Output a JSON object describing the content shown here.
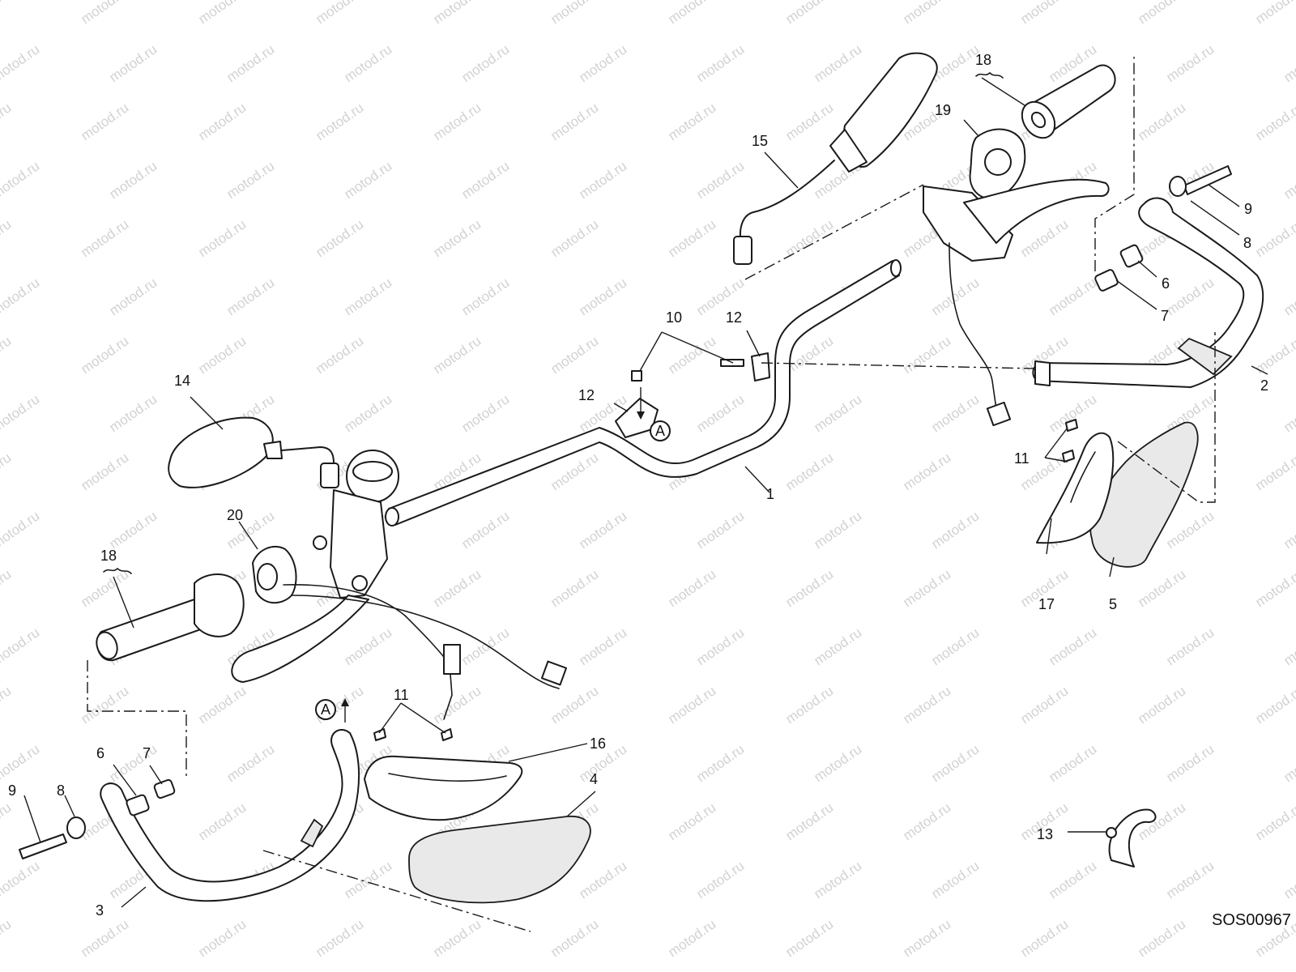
{
  "drawing_code": "SOS00967",
  "watermark_text": "motod.ru",
  "section_marker": "A",
  "colors": {
    "line": "#1a1a1a",
    "background": "#ffffff",
    "watermark": "#d2d2d2"
  },
  "callouts": [
    "1",
    "2",
    "3",
    "4",
    "5",
    "6",
    "7",
    "8",
    "9",
    "10",
    "11",
    "12",
    "13",
    "14",
    "15",
    "16",
    "17",
    "18",
    "19",
    "20"
  ]
}
